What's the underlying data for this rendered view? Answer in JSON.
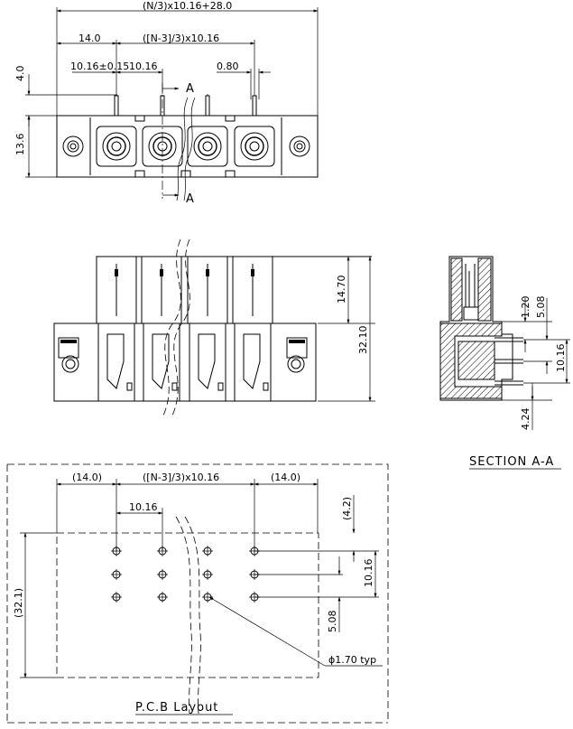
{
  "top_view": {
    "dim_overall": "(N/3)x10.16+28.0",
    "dim_left": "14.0",
    "dim_pitch_series": "([N-3]/3)x10.16",
    "dim_first_pitch": "10.16±0.15",
    "dim_pitch": "10.16",
    "dim_pin_width": "0.80",
    "dim_pin_height": "4.0",
    "dim_body_height": "13.6",
    "section_mark_top": "A",
    "section_mark_bottom": "A"
  },
  "front_view": {
    "dim_upper": "14.70",
    "dim_total": "32.10"
  },
  "section_view": {
    "title": "SECTION A-A",
    "dim_a": "1.20",
    "dim_b": "5.08",
    "dim_c": "10.16",
    "dim_d": "4.24"
  },
  "pcb_layout": {
    "title": "P.C.B Layout",
    "dim_left": "(14.0)",
    "dim_series": "([N-3]/3)x10.16",
    "dim_right": "(14.0)",
    "dim_pitch": "10.16",
    "dim_height": "(32.1)",
    "dim_offset": "(4.2)",
    "dim_row_pitch": "10.16",
    "dim_row_offset": "5.08",
    "hole_callout": "ϕ1.70 typ"
  }
}
